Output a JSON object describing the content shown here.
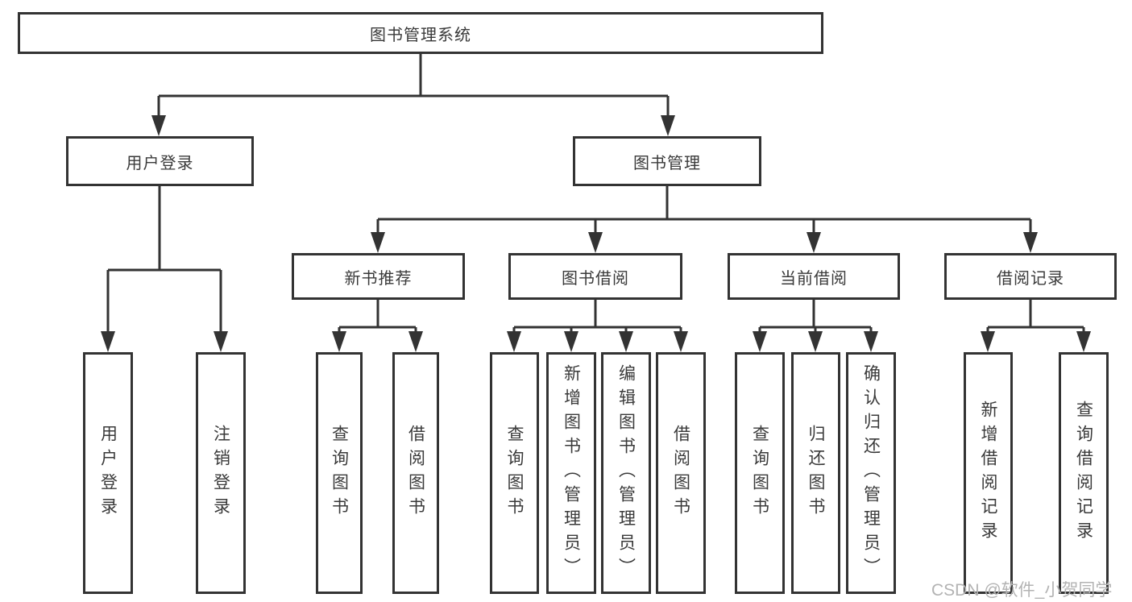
{
  "tree": {
    "root": "图书管理系统",
    "children": [
      {
        "label": "用户登录",
        "children": [
          "用户登录",
          "注销登录"
        ]
      },
      {
        "label": "图书管理",
        "children": [
          {
            "label": "新书推荐",
            "children": [
              "查询图书",
              "借阅图书"
            ]
          },
          {
            "label": "图书借阅",
            "children": [
              "查询图书",
              "新增图书（管理员）",
              "编辑图书（管理员）",
              "借阅图书"
            ]
          },
          {
            "label": "当前借阅",
            "children": [
              "查询图书",
              "归还图书",
              "确认归还（管理员）"
            ]
          },
          {
            "label": "借阅记录",
            "children": [
              "新增借阅记录",
              "查询借阅记录"
            ]
          }
        ]
      }
    ]
  },
  "watermark": "CSDN @软件_小贺同学",
  "colors": {
    "line": "#333333",
    "box_border": "#333333",
    "text": "#3a3a3a",
    "watermark": "#b3b3b3",
    "background": "#ffffff"
  }
}
